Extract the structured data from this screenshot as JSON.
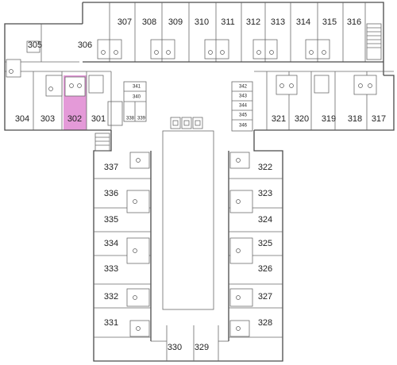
{
  "map": {
    "highlight_color": "#e49ad8",
    "wall_color": "#4a4a4a",
    "highlighted_room": "302",
    "rooms_top": [
      "307",
      "308",
      "309",
      "310",
      "311",
      "312",
      "313",
      "314",
      "315",
      "316"
    ],
    "rooms_left_wing": [
      "305",
      "306",
      "304",
      "303",
      "302",
      "301"
    ],
    "rooms_right_wing": [
      "321",
      "320",
      "319",
      "318",
      "317"
    ],
    "rooms_core_left": [
      "341",
      "340",
      "338",
      "339"
    ],
    "rooms_core_right": [
      "342",
      "343",
      "344",
      "345",
      "346"
    ],
    "rooms_south_left": [
      "337",
      "336",
      "335",
      "334",
      "333",
      "332",
      "331"
    ],
    "rooms_south_right": [
      "322",
      "323",
      "324",
      "325",
      "326",
      "327",
      "328"
    ],
    "rooms_bottom": [
      "330",
      "329"
    ]
  }
}
